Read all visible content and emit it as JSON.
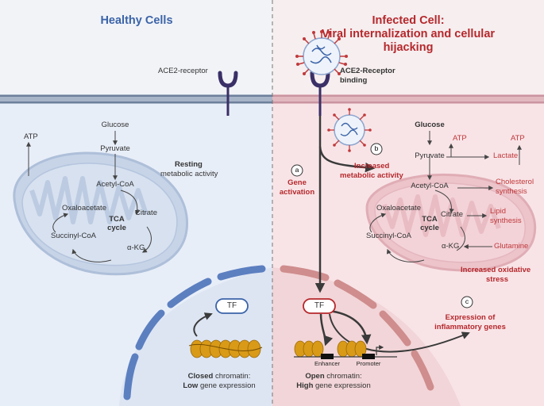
{
  "panels": {
    "healthy_title": "Healthy Cells",
    "infected_title_line1": "Infected Cell:",
    "infected_title_line2": "Viral internalization and cellular",
    "infected_title_line3": "hijacking"
  },
  "receptor": {
    "label": "ACE2-receptor",
    "binding_line1": "ACE2-Receptor",
    "binding_line2": "binding"
  },
  "healthy": {
    "atp": "ATP",
    "glucose": "Glucose",
    "pyruvate": "Pyruvate",
    "acetyl_coa": "Acetyl-CoA",
    "oxaloacetate": "Oxaloacetate",
    "citrate": "Citrate",
    "tca_line1": "TCA",
    "tca_line2": "cycle",
    "succinyl_coa": "Succinyl-CoA",
    "akg": "α-KG",
    "resting_line1": "Resting",
    "resting_line2": "metabolic activity",
    "tf": "TF",
    "chromatin_bold1": "Closed",
    "chromatin_rest1": " chromatin:",
    "chromatin_bold2": "Low",
    "chromatin_rest2": " gene expression"
  },
  "infected": {
    "step_a": "a",
    "gene_activation_line1": "Gene",
    "gene_activation_line2": "activation",
    "step_b": "b",
    "increased_metabolic_line1": "Increased",
    "increased_metabolic_line2": "metabolic activity",
    "glucose": "Glucose",
    "atp1": "ATP",
    "atp2": "ATP",
    "pyruvate": "Pyruvate",
    "lactate": "Lactate",
    "acetyl_coa": "Acetyl-CoA",
    "cholesterol_line1": "Cholesterol",
    "cholesterol_line2": "synthesis",
    "oxaloacetate": "Oxaloacetate",
    "citrate": "Citrate",
    "lipid_line1": "Lipid",
    "lipid_line2": "synthesis",
    "tca_line1": "TCA",
    "tca_line2": "cycle",
    "succinyl_coa": "Succinyl-CoA",
    "akg": "α-KG",
    "glutamine": "Glutamine",
    "oxidative_line1": "Increased oxidative",
    "oxidative_line2": "stress",
    "tf": "TF",
    "step_c": "c",
    "expression_line1": "Expression of",
    "expression_line2": "inflammatory genes",
    "enhancer": "Enhancer",
    "promoter": "Promoter",
    "chromatin_bold1": "Open",
    "chromatin_rest1": " chromatin:",
    "chromatin_bold2": "High",
    "chromatin_rest2": " gene expression"
  },
  "colors": {
    "healthy_bg": "#e8eef8",
    "infected_bg": "#f8e4e7",
    "membrane_healthy": "#8b9bb5",
    "membrane_infected": "#c9a0a8",
    "nucleus_blue": "#5c7fc0",
    "nucleus_pink": "#cf8d8d",
    "receptor": "#3a2f66",
    "virus_red": "#c0393b",
    "virus_blue": "#3b63a8",
    "chromatin": "#d99a18",
    "accent_red": "#b5282c",
    "accent_blue": "#3b63a8"
  }
}
